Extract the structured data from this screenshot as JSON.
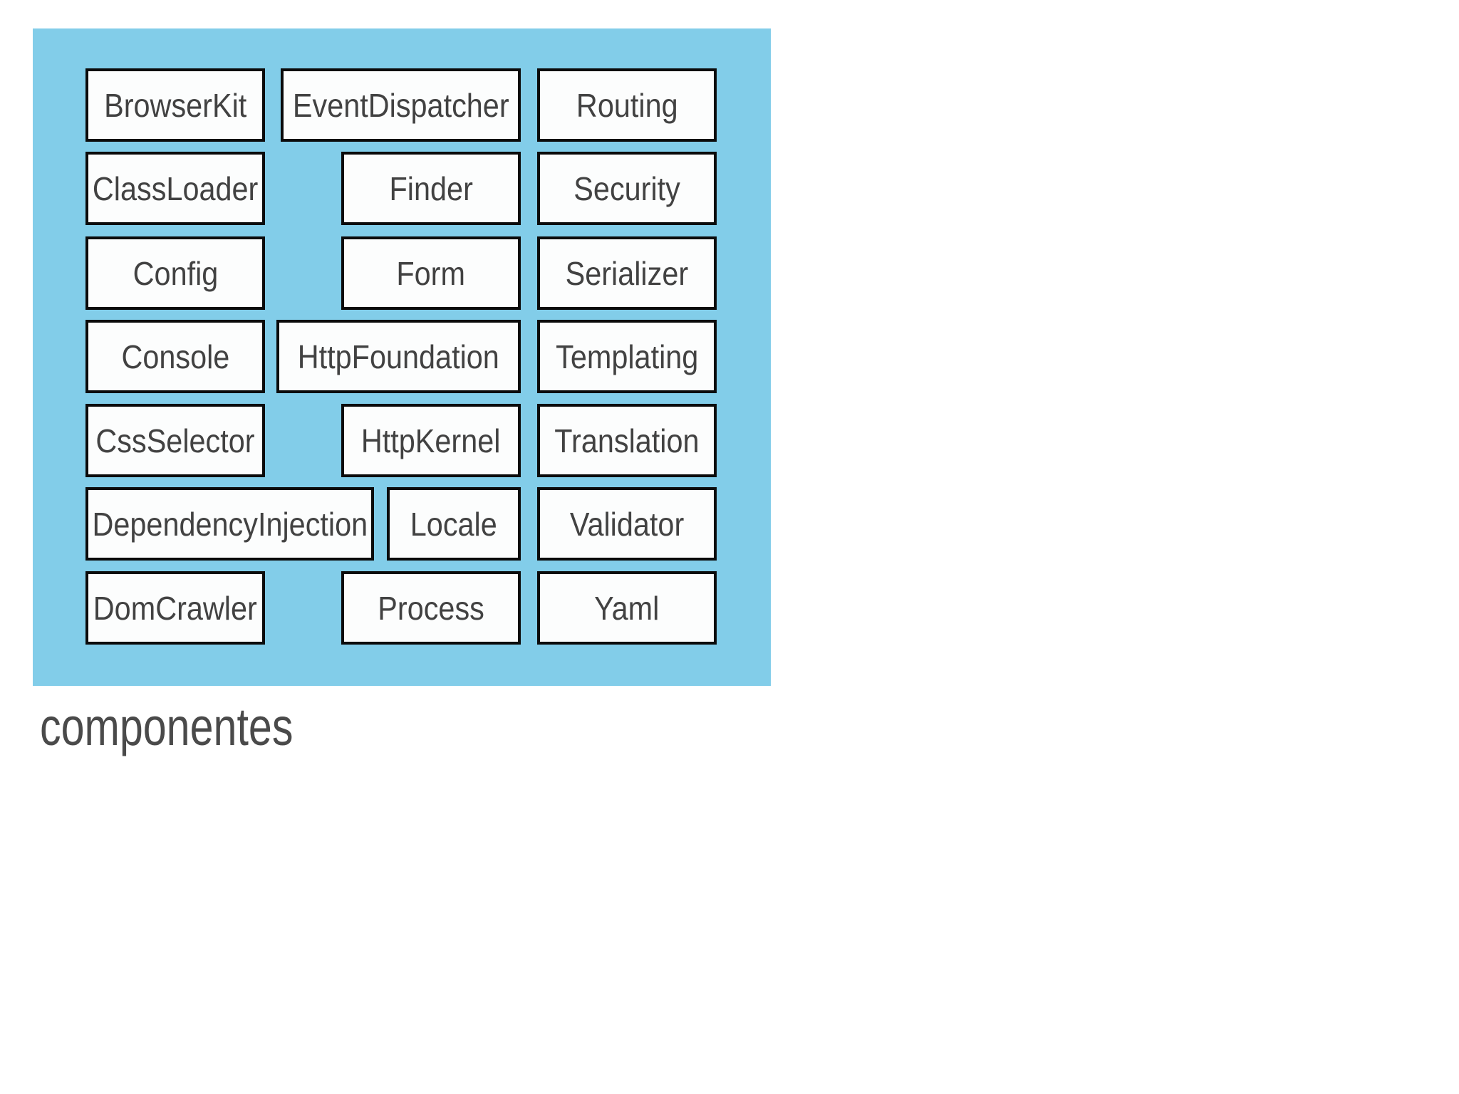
{
  "figure": {
    "caption": "componentes",
    "components": {
      "rows": [
        [
          "BrowserKit",
          "EventDispatcher",
          "Routing"
        ],
        [
          "ClassLoader",
          "Finder",
          "Security"
        ],
        [
          "Config",
          "Form",
          "Serializer"
        ],
        [
          "Console",
          "HttpFoundation",
          "Templating"
        ],
        [
          "CssSelector",
          "HttpKernel",
          "Translation"
        ],
        [
          "DependencyInjection",
          "Locale",
          "Validator"
        ],
        [
          "DomCrawler",
          "Process",
          "Yaml"
        ]
      ]
    },
    "colors": {
      "panel_background": "#82cde9",
      "box_fill": "#fcfdfd",
      "box_border": "#0b0b0b",
      "label_text": "#424242",
      "caption_text": "#4a4a4a"
    }
  }
}
